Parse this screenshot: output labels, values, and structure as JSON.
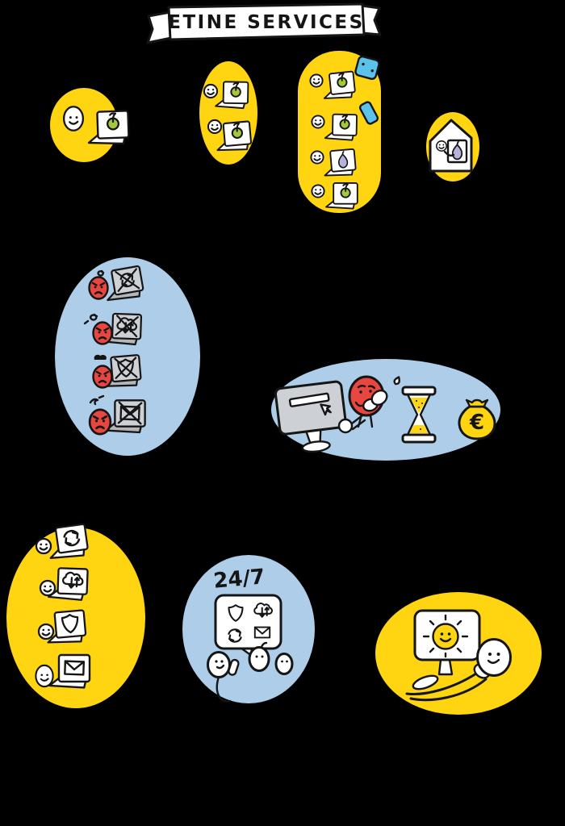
{
  "banner": {
    "title": "ETINE SERVICES"
  },
  "support_badge": {
    "label": "24/7"
  },
  "money_bag": {
    "symbol": "€"
  },
  "palette": {
    "background": "#000000",
    "blob_yellow": "#FFD410",
    "blob_light_blue": "#AECDE9",
    "device_sky_blue": "#5BC2EA",
    "angry_red": "#E8473F",
    "laptop_gray": "#CDD0D4",
    "apple_green": "#A3C83B",
    "pear_lavender": "#B7B1DB",
    "line_ink": "#151515",
    "white": "#FFFFFF"
  },
  "scenes": {
    "remote_workers": {
      "single_worker": {
        "icons": [
          "smiley-face",
          "laptop",
          "apple"
        ]
      },
      "paired_workers": {
        "icons": [
          "smiley-face",
          "laptop",
          "apple",
          "smiley-face",
          "laptop",
          "apple"
        ]
      },
      "multi_device_team": {
        "icons": [
          "webcam",
          "phone",
          "smiley-face",
          "laptop",
          "apple",
          "apple",
          "pear",
          "apple"
        ]
      },
      "home_worker": {
        "icons": [
          "house",
          "smiley-face",
          "screen",
          "pear"
        ]
      }
    },
    "problems": {
      "angry_users": {
        "icons": [
          "angry-face",
          "gray-laptop",
          "crossed-sync",
          "crossed-cloud-transfer",
          "crossed-shield",
          "crossed-mail"
        ]
      },
      "time_and_cost": {
        "icons": [
          "monitor",
          "menu-bar",
          "cursor",
          "frustrated-face",
          "sweat-drop",
          "hourglass",
          "money-bag"
        ]
      }
    },
    "solutions": {
      "happy_services": {
        "icons": [
          "smiley-face",
          "laptop",
          "sync",
          "cloud-transfer",
          "shield",
          "mail"
        ]
      },
      "support_team": {
        "icons": [
          "speech-bubble",
          "shield",
          "cloud-transfer",
          "sync",
          "mail",
          "support-agent",
          "headset"
        ]
      },
      "happy_client": {
        "icons": [
          "monitor",
          "sun-smiley",
          "relaxed-person"
        ]
      }
    }
  }
}
